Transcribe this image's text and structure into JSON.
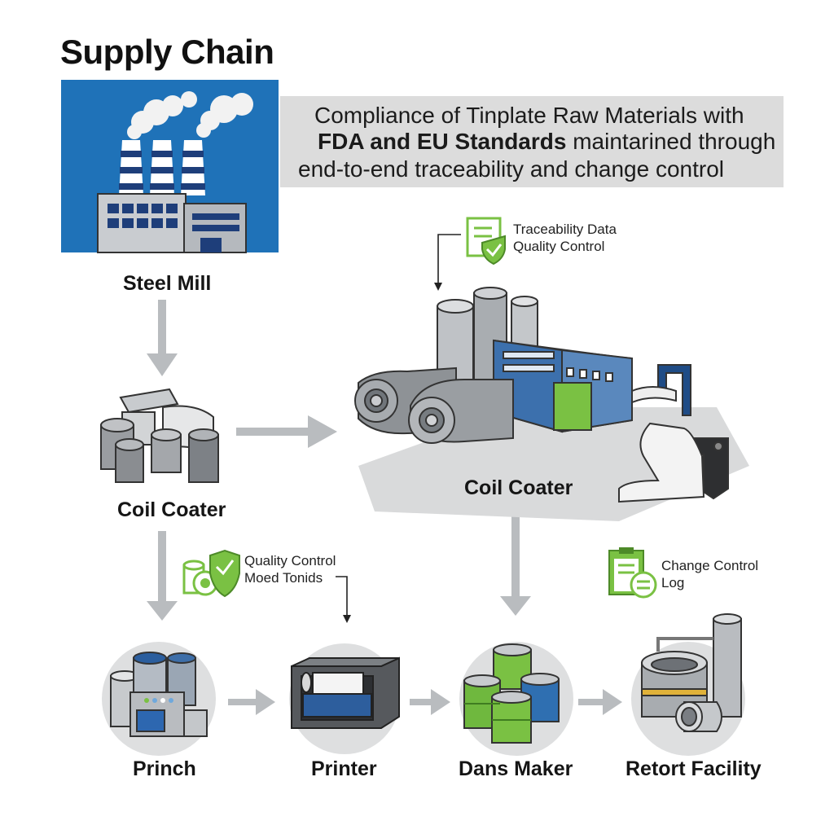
{
  "title": "Supply Chain",
  "banner": {
    "line1": "Compliance of Tinplate Raw Materials with",
    "line2_bold": "FDA and EU Standards",
    "line2_rest": " maintarined through",
    "line3": "end-to-end traceability and change control"
  },
  "nodes": {
    "steel_mill": "Steel Mill",
    "coil_coater_left": "Coil Coater",
    "coil_coater_main": "Coil Coater",
    "princh": "Princh",
    "printer": "Printer",
    "dans_maker": "Dans Maker",
    "retort": "Retort Facility"
  },
  "annotations": {
    "traceability_line1": "Traceability Data",
    "traceability_line2": "Quality Control",
    "qc_line1": "Quality Control",
    "qc_line2": "Moed Tonids",
    "change_line1": "Change Control",
    "change_line2": "Log"
  },
  "colors": {
    "accent_green": "#7ac143",
    "factory_blue": "#1f72b8",
    "arrow_gray": "#b9bcbf"
  }
}
